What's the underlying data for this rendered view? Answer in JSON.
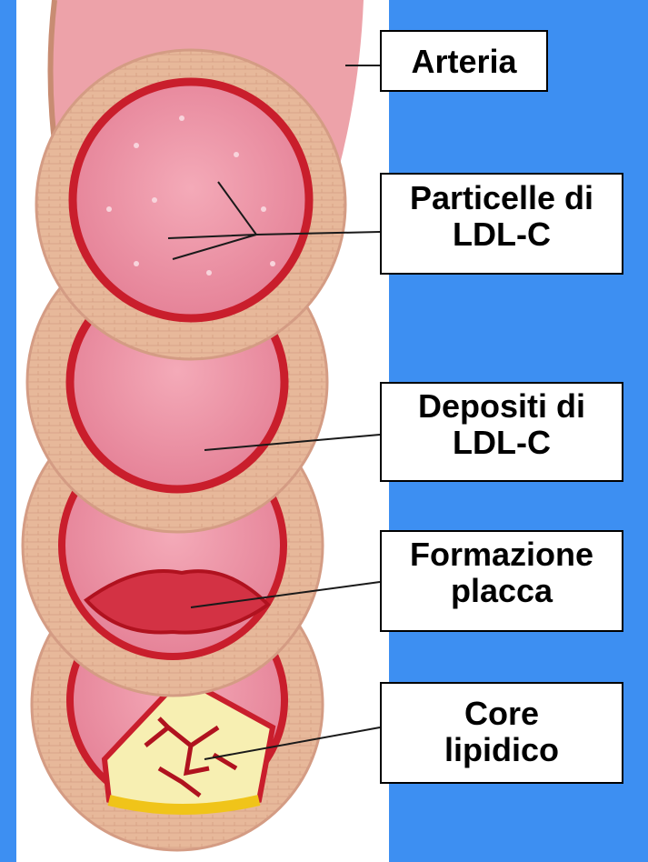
{
  "labels": {
    "arteria": "Arteria",
    "particelle": "Particelle di\nLDL-C",
    "depositi": "Depositi di\nLDL-C",
    "formazione": "Formazione\nplacca",
    "core": "Core\nlipidico"
  },
  "colors": {
    "background": "#3d8ff2",
    "artery_wall": "#e7b89a",
    "lumen": "#eb8fa1",
    "intima": "#c91e2c",
    "lipid_core": "#f7efb2",
    "lipid_rim": "#f0c419"
  }
}
